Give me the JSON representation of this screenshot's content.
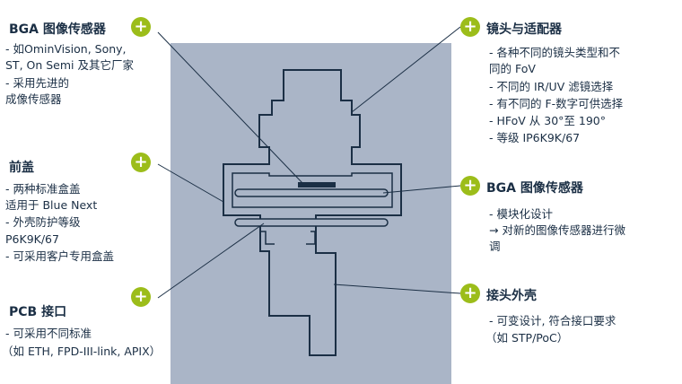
{
  "colors": {
    "accent": "#9cbd1a",
    "panel": "#aab5c7",
    "text": "#1b2f45"
  },
  "icon": "plus-circle-icon",
  "callouts": [
    {
      "id": "bga-sensor-left",
      "title": "BGA 图像传感器",
      "lines": [
        "- 如OminVision, Sony,",
        "  ST, On Semi 及其它厂家",
        "- 采用先进的",
        "  成像传感器"
      ]
    },
    {
      "id": "front-cover",
      "title": "前盖",
      "lines": [
        "-  两种标准盒盖",
        "   适用于  Blue Next",
        "-  外壳防护等级",
        "   P6K9K/67",
        "-  可采用客户专用盒盖"
      ]
    },
    {
      "id": "pcb-interface",
      "title": "PCB 接口",
      "lines": [
        "- 可采用不同标准",
        "（如 ETH, FPD-III-link, APIX）"
      ]
    },
    {
      "id": "lens-adapter",
      "title": "镜头与适配器",
      "lines": [
        "-  各种不同的镜头类型和不",
        "   同的  FoV",
        "-  不同的  IR/UV  滤镜选择",
        "-  有不同的  F-数字可供选择",
        "-  HFoV  从  30°至  190°",
        "-  等级  IP6K9K/67"
      ]
    },
    {
      "id": "bga-sensor-right",
      "title": "BGA 图像传感器",
      "lines": [
        "- 模块化设计",
        "  → 对新的图像传感器进行微",
        "     调"
      ]
    },
    {
      "id": "connector-housing",
      "title": "接头外壳",
      "lines": [
        "- 可变设计, 符合接口要求",
        "（如 STP/PoC）"
      ]
    }
  ]
}
